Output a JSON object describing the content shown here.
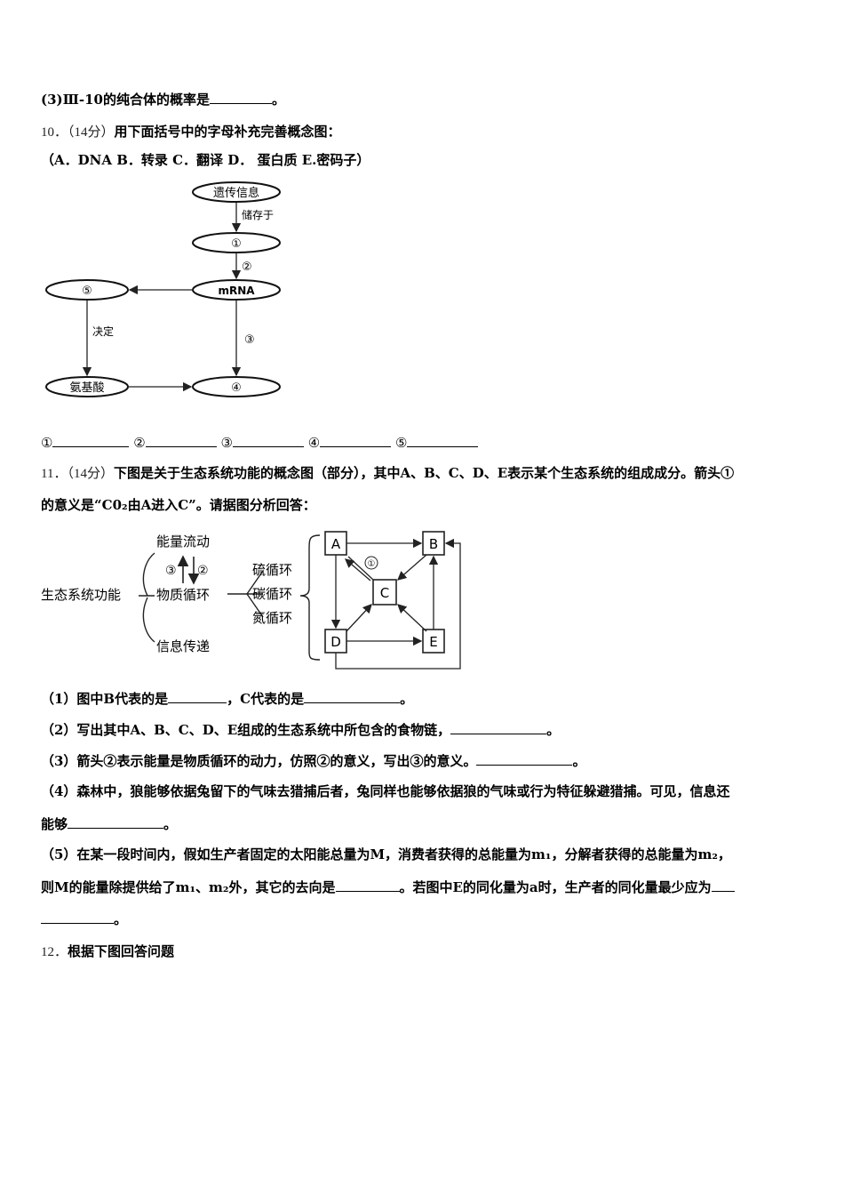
{
  "q9": {
    "part3": {
      "prefix": "(3)Ⅲ-10的纯合体的概率是",
      "suffix": "。"
    }
  },
  "q10": {
    "number": "10．",
    "score": "（14分）",
    "prompt": "用下面括号中的字母补充完善概念图：",
    "options": "（A．DNA  B．转录  C．翻译   D．  蛋白质  E.密码子）",
    "diagram": {
      "nodes": {
        "genetic_info": "遗传信息",
        "n1": "①",
        "mrna": "mRNA",
        "n5": "⑤",
        "amino_acid": "氨基酸",
        "n4": "④"
      },
      "edges": {
        "stored_in": "储存于",
        "e2": "②",
        "e3": "③",
        "decides": "决定"
      }
    },
    "answer_slots": [
      "①",
      "②",
      "③",
      "④",
      "⑤"
    ]
  },
  "q11": {
    "number": "11．",
    "score": "（14分）",
    "prompt_line1": "下图是关于生态系统功能的概念图（部分），其中A、B、C、D、E表示某个生态系统的组成成分。箭头①",
    "prompt_line2": "的意义是“C0₂由A进入C”。请据图分析回答：",
    "diagram": {
      "root": "生态系统功能",
      "branches": [
        "能量流动",
        "物质循环",
        "信息传递"
      ],
      "arrow_up": "③",
      "arrow_down": "②",
      "cycles": [
        "硫循环",
        "碳循环",
        "氮循环"
      ],
      "boxes": [
        "A",
        "B",
        "C",
        "D",
        "E"
      ],
      "arrow1": "①"
    },
    "sub1": {
      "a": "（1）图中B代表的是",
      "b": "，C代表的是",
      "c": "。"
    },
    "sub2": {
      "a": "（2）写出其中A、B、C、D、E组成的生态系统中所包含的食物链，",
      "c": "。"
    },
    "sub3": {
      "a": "（3）箭头②表示能量是物质循环的动力，仿照②的意义，写出③的意义。",
      "c": "。"
    },
    "sub4": {
      "line1": "（4）森林中，狼能够依据兔留下的气味去猎捕后者，兔同样也能够依据狼的气味或行为特征躲避猎捕。可见，信息还",
      "line2": "能够",
      "c": "。"
    },
    "sub5": {
      "line1": "（5）在某一段时间内，假如生产者固定的太阳能总量为M，消费者获得的总能量为m₁，分解者获得的总能量为m₂，",
      "line2a": "则M的能量除提供给了m₁、m₂外，其它的去向是",
      "line2b": "。若图中E的同化量为a时，生产者的同化量最少应为",
      "line3c": "。"
    }
  },
  "q12": {
    "number": "12．",
    "prompt": "根据下图回答问题"
  }
}
